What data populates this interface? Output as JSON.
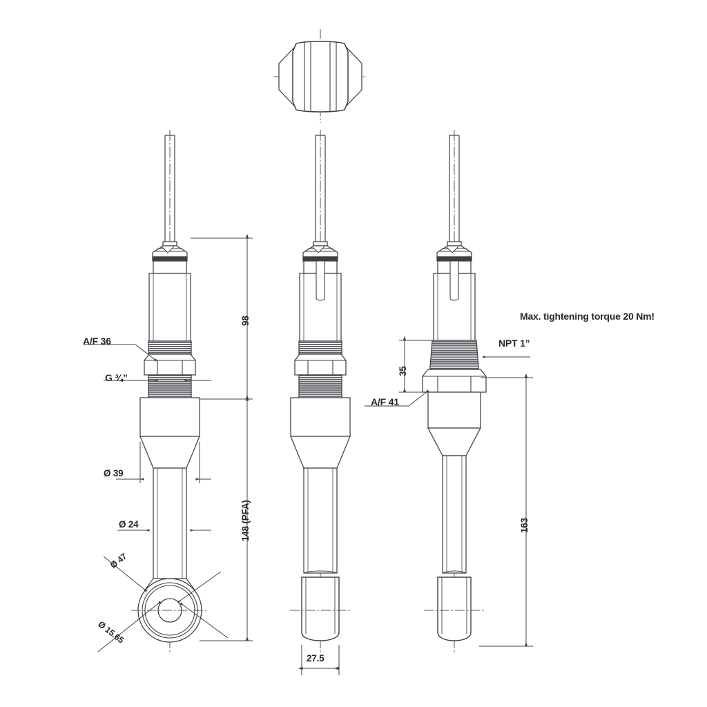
{
  "drawing": {
    "title": "Level probe dimensional drawing",
    "colors": {
      "line": "#3c4043",
      "thread_fill": "#5f6368",
      "text": "#25282b",
      "background": "#ffffff"
    },
    "views": [
      {
        "name": "front-view-g-thread",
        "position": "left"
      },
      {
        "name": "side-view",
        "position": "center"
      },
      {
        "name": "front-view-npt-thread",
        "position": "right"
      },
      {
        "name": "top-view-connector-cap",
        "position": "top-center"
      }
    ]
  },
  "annotations": {
    "af36": "A/F 36",
    "g34": "G ¾”",
    "dia39": "Ø 39",
    "dia24": "Ø 24",
    "dia47": "Ø 47",
    "dia1565": "Ø 15.65",
    "dim98": "98",
    "dim148": "148 (PFA)",
    "dim275": "27.5",
    "dim35": "35",
    "dim163": "163",
    "npt1": "NPT 1”",
    "af41": "A/F 41",
    "torque_note": "Max. tightening torque 20 Nm!"
  }
}
